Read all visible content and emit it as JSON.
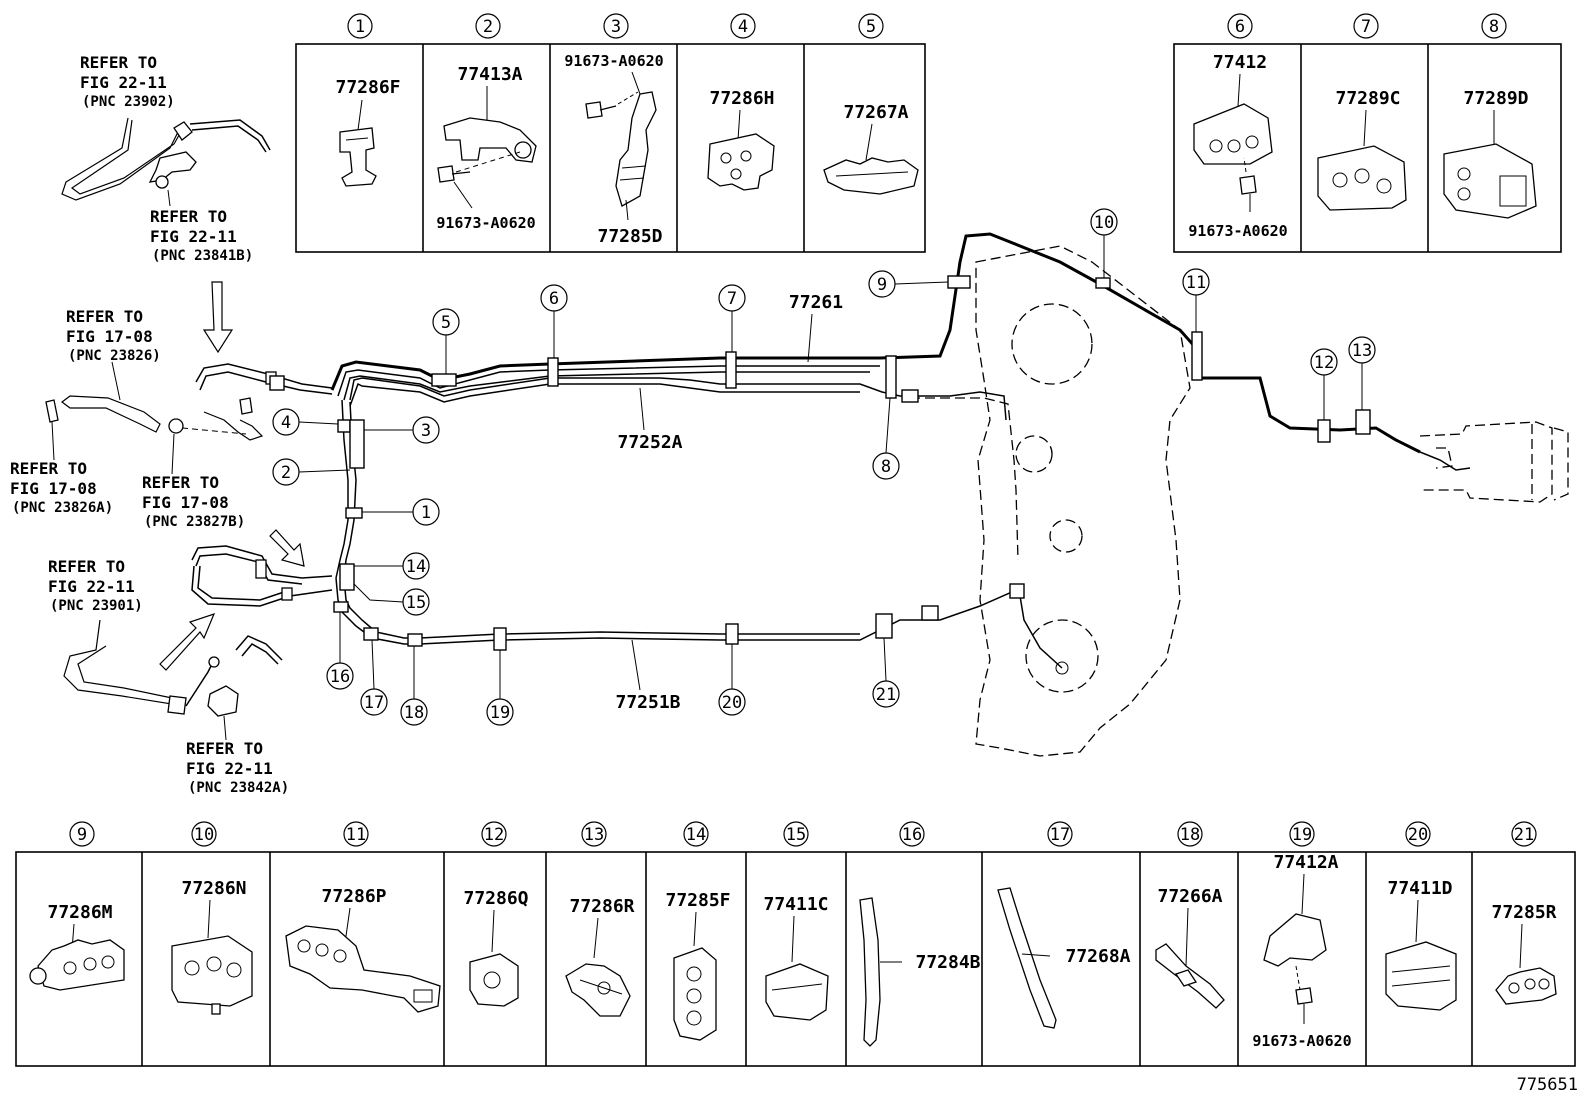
{
  "figure_id": "775651",
  "top_left_table": [
    {
      "num": "1",
      "parts": [
        "77286F"
      ]
    },
    {
      "num": "2",
      "parts": [
        "77413A",
        "91673-A0620"
      ]
    },
    {
      "num": "3",
      "parts": [
        "91673-A0620",
        "77285D"
      ]
    },
    {
      "num": "4",
      "parts": [
        "77286H"
      ]
    },
    {
      "num": "5",
      "parts": [
        "77267A"
      ]
    }
  ],
  "top_right_table": [
    {
      "num": "6",
      "parts": [
        "77412",
        "91673-A0620"
      ]
    },
    {
      "num": "7",
      "parts": [
        "77289C"
      ]
    },
    {
      "num": "8",
      "parts": [
        "77289D"
      ]
    }
  ],
  "bottom_table": [
    {
      "num": "9",
      "parts": [
        "77286M"
      ]
    },
    {
      "num": "10",
      "parts": [
        "77286N"
      ]
    },
    {
      "num": "11",
      "parts": [
        "77286P"
      ]
    },
    {
      "num": "12",
      "parts": [
        "77286Q"
      ]
    },
    {
      "num": "13",
      "parts": [
        "77286R"
      ]
    },
    {
      "num": "14",
      "parts": [
        "77285F"
      ]
    },
    {
      "num": "15",
      "parts": [
        "77411C"
      ]
    },
    {
      "num": "16",
      "parts": [
        "77284B"
      ]
    },
    {
      "num": "17",
      "parts": [
        "77268A"
      ]
    },
    {
      "num": "18",
      "parts": [
        "77266A"
      ]
    },
    {
      "num": "19",
      "parts": [
        "77412A",
        "91673-A0620"
      ]
    },
    {
      "num": "20",
      "parts": [
        "77411D"
      ]
    },
    {
      "num": "21",
      "parts": [
        "77285R"
      ]
    }
  ],
  "main_parts": {
    "pipe_main": "77261",
    "pipe_upper": "77252A",
    "pipe_lower": "77251B"
  },
  "references": {
    "ref1": {
      "line1": "REFER TO",
      "line2": "FIG 22-11",
      "line3": "(PNC 23902)"
    },
    "ref2": {
      "line1": "REFER TO",
      "line2": "FIG 22-11",
      "line3": "(PNC 23841B)"
    },
    "ref3": {
      "line1": "REFER TO",
      "line2": "FIG 17-08",
      "line3": "(PNC 23826)"
    },
    "ref4": {
      "line1": "REFER TO",
      "line2": "FIG 17-08",
      "line3": "(PNC 23826A)"
    },
    "ref5": {
      "line1": "REFER TO",
      "line2": "FIG 17-08",
      "line3": "(PNC 23827B)"
    },
    "ref6": {
      "line1": "REFER TO",
      "line2": "FIG 22-11",
      "line3": "(PNC 23901)"
    },
    "ref7": {
      "line1": "REFER TO",
      "line2": "FIG 22-11",
      "line3": "(PNC 23842A)"
    }
  },
  "callouts": {
    "c1": "1",
    "c2": "2",
    "c3": "3",
    "c4": "4",
    "c5": "5",
    "c6": "6",
    "c7": "7",
    "c8": "8",
    "c9": "9",
    "c10": "10",
    "c11": "11",
    "c12": "12",
    "c13": "13",
    "c14": "14",
    "c15": "15",
    "c16": "16",
    "c17": "17",
    "c18": "18",
    "c19": "19",
    "c20": "20",
    "c21": "21"
  }
}
